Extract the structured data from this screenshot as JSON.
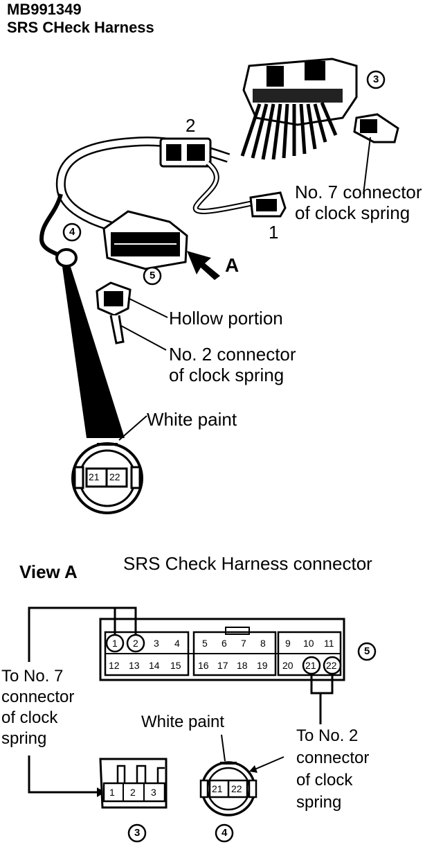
{
  "header": {
    "part_number": "MB991349",
    "title": "SRS CHeck Harness"
  },
  "top": {
    "label_2": "2",
    "label_1": "1",
    "label_A": "A",
    "marker_3": "3",
    "marker_4": "4",
    "marker_5": "5",
    "no7_line1": "No. 7 connector",
    "no7_line2": "of clock spring",
    "hollow": "Hollow portion",
    "no2_line1": "No. 2 connector",
    "no2_line2": "of clock spring",
    "white_paint": "White paint",
    "pins_4": [
      "21",
      "22"
    ]
  },
  "bottom": {
    "view_label": "View A",
    "title": "SRS Check Harness connector",
    "marker_5": "5",
    "marker_3": "3",
    "marker_4": "4",
    "row1_pins": [
      "1",
      "2",
      "3",
      "4",
      "5",
      "6",
      "7",
      "8",
      "9",
      "10",
      "11"
    ],
    "row2_pins": [
      "12",
      "13",
      "14",
      "15",
      "16",
      "17",
      "18",
      "19",
      "20",
      "21",
      "22"
    ],
    "left_label": [
      "To No. 7",
      "connector",
      "of clock",
      "spring"
    ],
    "right_label": [
      "To No. 2",
      "connector",
      "of clock",
      "spring"
    ],
    "white_paint": "White paint",
    "conn3_pins": [
      "1",
      "2",
      "3"
    ],
    "conn4_pins": [
      "21",
      "22"
    ]
  }
}
